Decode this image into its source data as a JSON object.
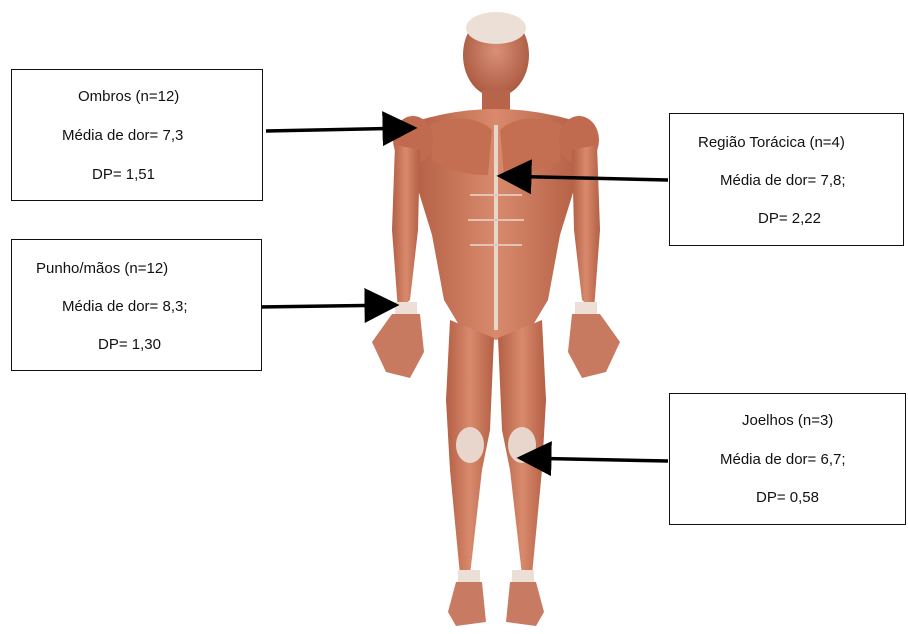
{
  "callouts": {
    "ombros": {
      "title": "Ombros (n=12)",
      "mean": "Média de dor= 7,3",
      "sd": "DP= 1,51"
    },
    "punho": {
      "title": "Punho/mãos (n=12)",
      "mean": "Média de dor= 8,3;",
      "sd": "DP= 1,30"
    },
    "toracica": {
      "title": "Região Torácica (n=4)",
      "mean": "Média de dor= 7,8;",
      "sd": "DP= 2,22"
    },
    "joelhos": {
      "title": "Joelhos (n=3)",
      "mean": "Média de dor= 6,7;",
      "sd": "DP= 0,58"
    }
  },
  "colors": {
    "muscle": "#c8765a",
    "muscle_dark": "#a9523c",
    "tendon": "#e9dcd4",
    "skin": "#d9a58f"
  }
}
